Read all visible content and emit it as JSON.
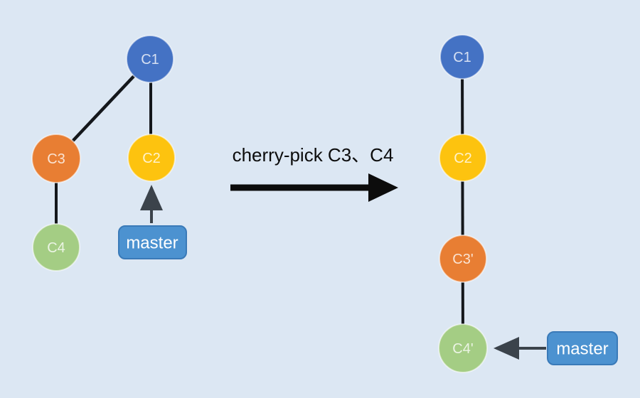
{
  "background_color": "#dce7f3",
  "caption": {
    "text": "cherry-pick C3、C4",
    "color": "#0c0c0c"
  },
  "transform_arrow": {
    "color": "#0c0c0c"
  },
  "edge_color": "#14171b",
  "pointer_color": "#3b434b",
  "node_label_color": "#ffffff",
  "node_ring_color": "#ffffff",
  "left_graph": {
    "nodes": [
      {
        "id": "c1",
        "label": "C1",
        "color": "#4472c4"
      },
      {
        "id": "c2",
        "label": "C2",
        "color": "#fdc30f"
      },
      {
        "id": "c3",
        "label": "C3",
        "color": "#e87e33"
      },
      {
        "id": "c4",
        "label": "C4",
        "color": "#a4cd84"
      }
    ],
    "branch": {
      "label": "master",
      "fill": "#4c92d0",
      "border": "#3a7ab8",
      "text_color": "#ffffff"
    }
  },
  "right_graph": {
    "nodes": [
      {
        "id": "c1",
        "label": "C1",
        "color": "#4472c4"
      },
      {
        "id": "c2",
        "label": "C2",
        "color": "#fdc30f"
      },
      {
        "id": "c3-prime",
        "label": "C3'",
        "color": "#e87e33"
      },
      {
        "id": "c4-prime",
        "label": "C4'",
        "color": "#a4cd84"
      }
    ],
    "branch": {
      "label": "master",
      "fill": "#4c92d0",
      "border": "#3a7ab8",
      "text_color": "#ffffff"
    }
  }
}
